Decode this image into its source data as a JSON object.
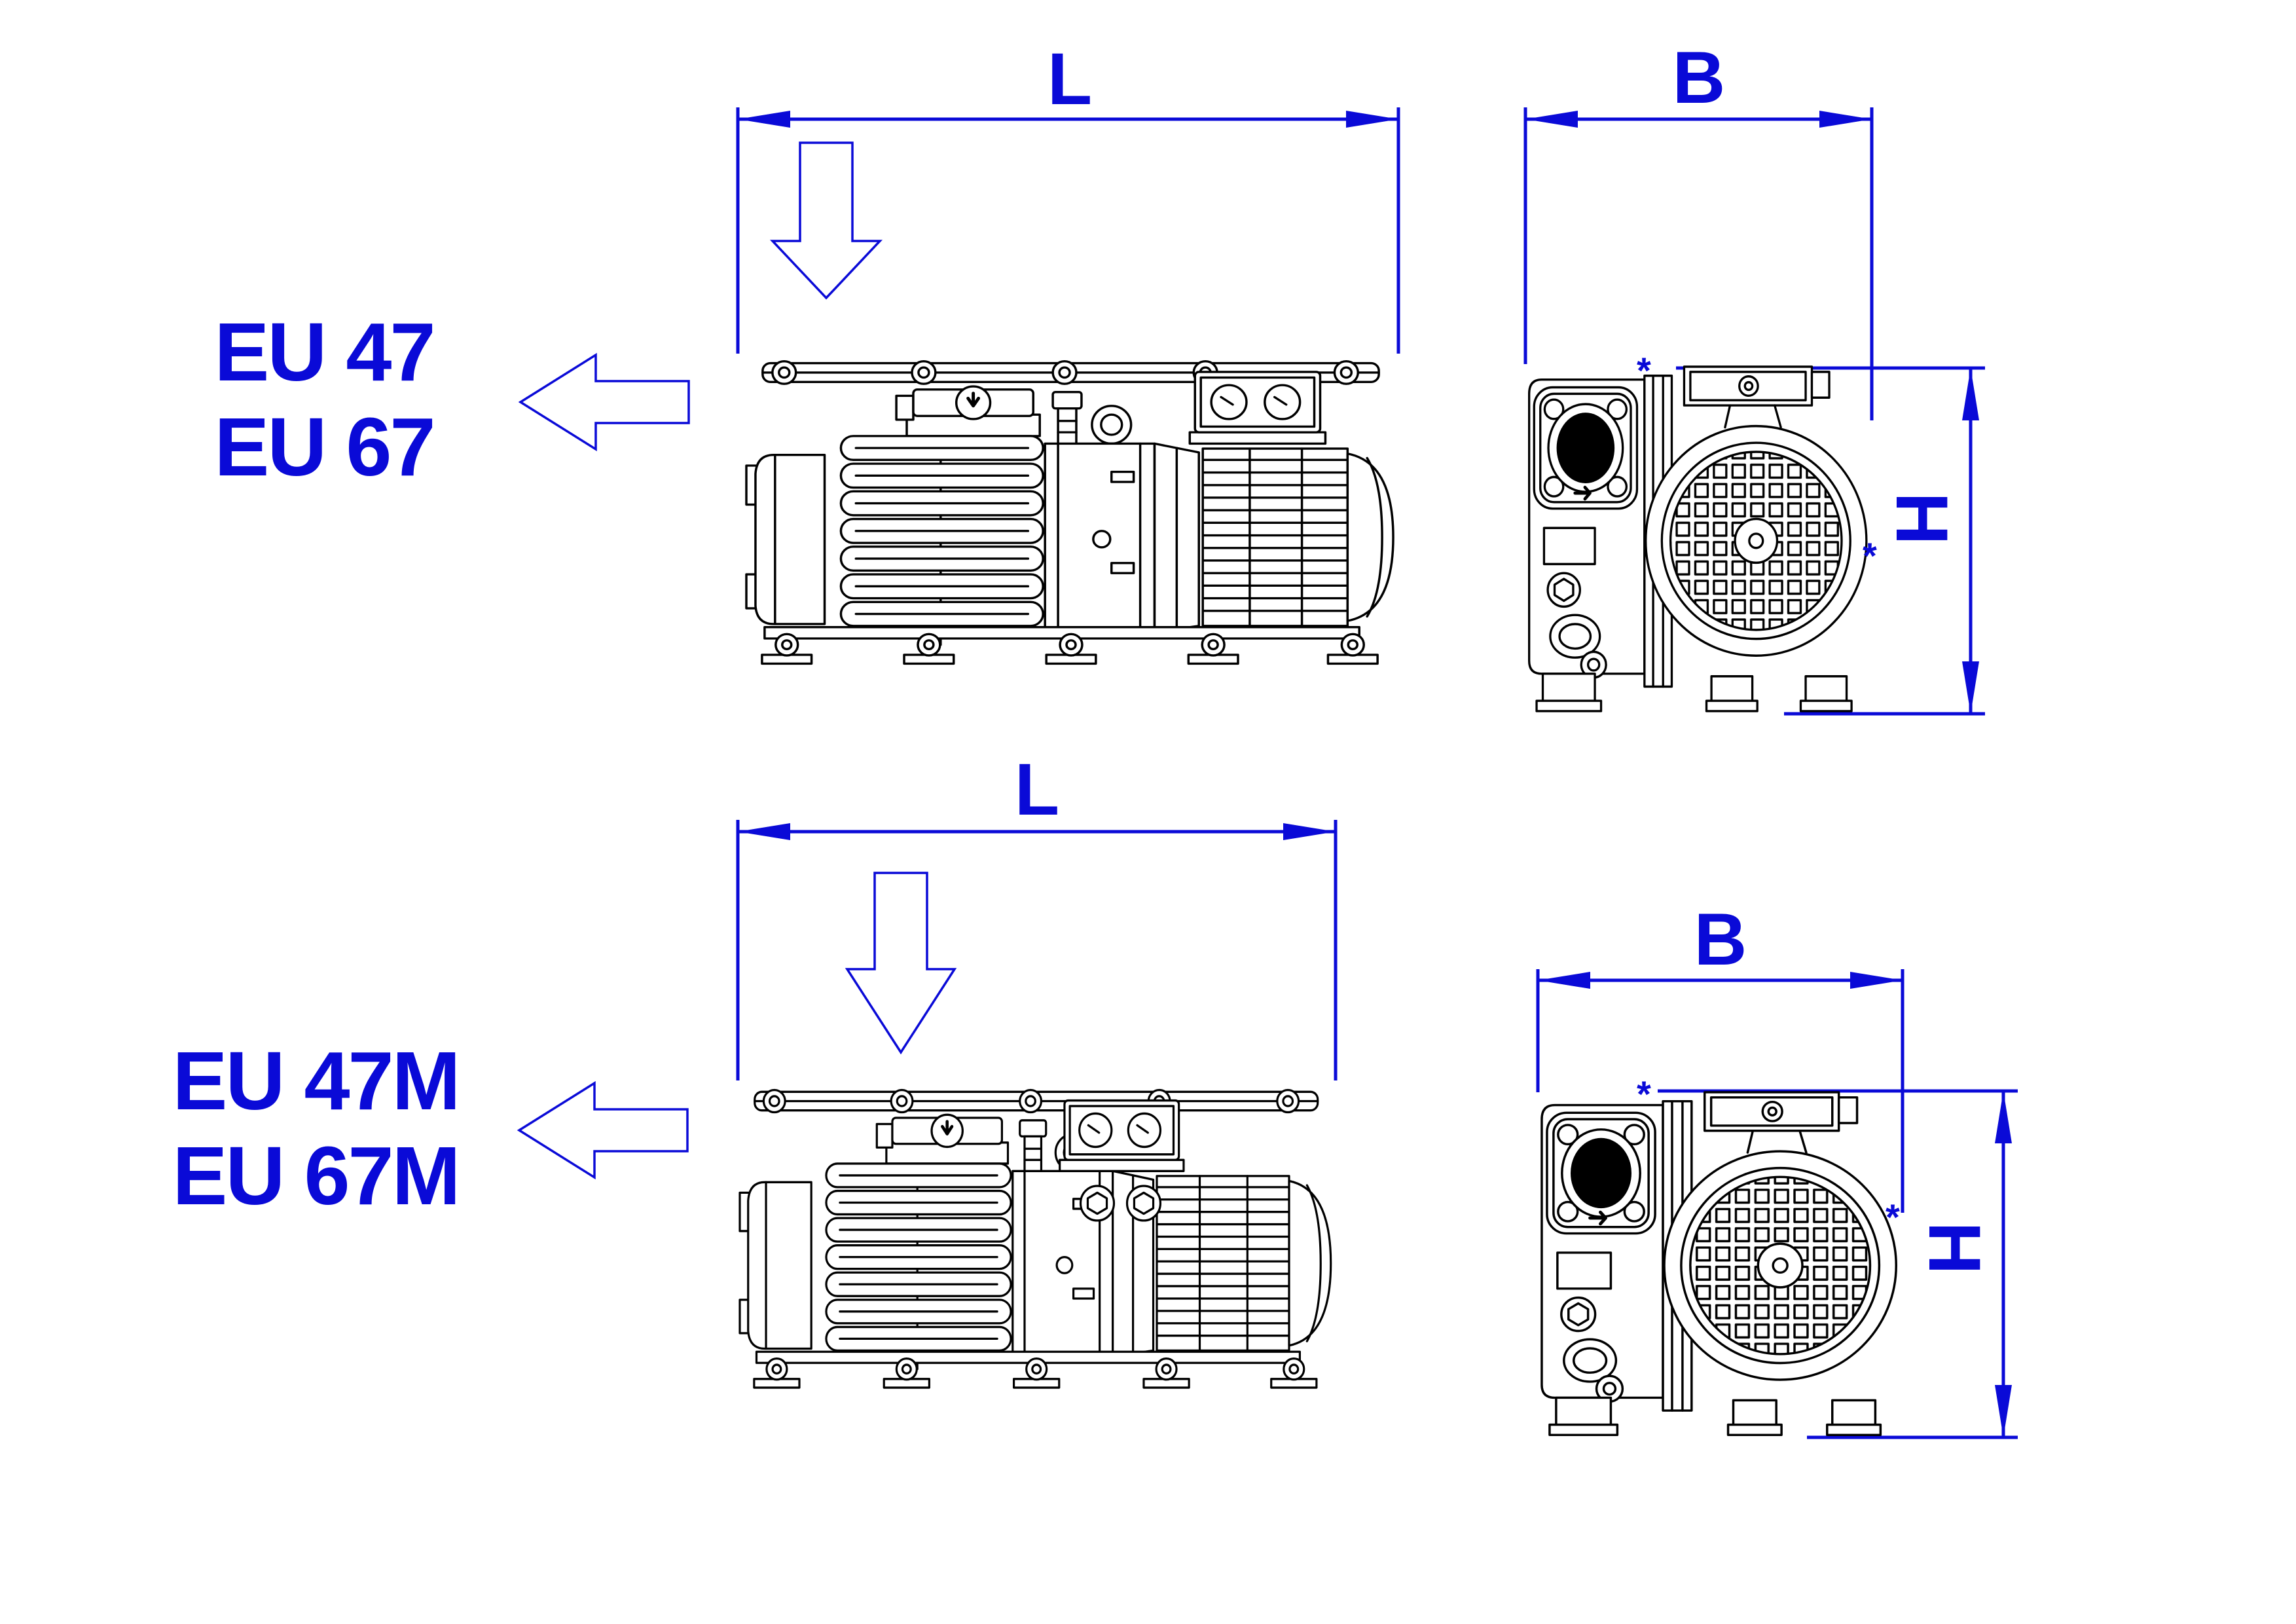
{
  "colors": {
    "annotation": "#0a0ad7",
    "line": "#000000",
    "background": "#ffffff"
  },
  "marker_glyph": "*",
  "rows": [
    {
      "models": [
        "EU 47",
        "EU 67"
      ],
      "dims": {
        "length": "L",
        "width": "B",
        "height": "H"
      }
    },
    {
      "models": [
        "EU 47M",
        "EU 67M"
      ],
      "dims": {
        "length": "L",
        "width": "B",
        "height": "H"
      }
    }
  ]
}
